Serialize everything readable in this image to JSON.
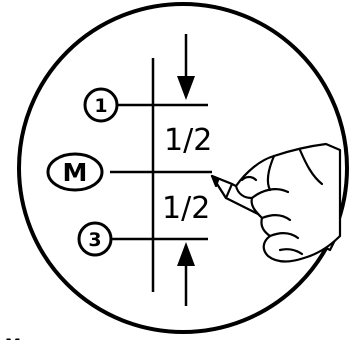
{
  "diagram": {
    "step_markers": {
      "top": "1",
      "middle": "M",
      "bottom": "3"
    },
    "fractions": {
      "upper": "1/2",
      "lower": "1/2"
    },
    "corner_label": "M"
  }
}
